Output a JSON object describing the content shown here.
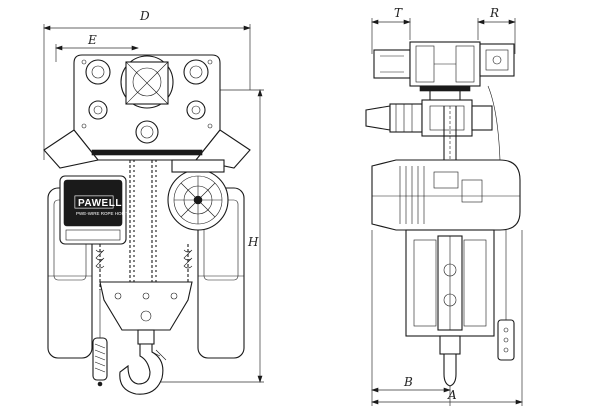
{
  "brand": {
    "name": "PAWELL",
    "model_line": "PWE-WIRE ROPE HOIST"
  },
  "dimension_labels": {
    "overall_width": "D",
    "trolley_width": "E",
    "height": "H",
    "side_top_left": "T",
    "side_top_right": "R",
    "side_bottom_offset": "B",
    "side_bottom_total": "A"
  }
}
